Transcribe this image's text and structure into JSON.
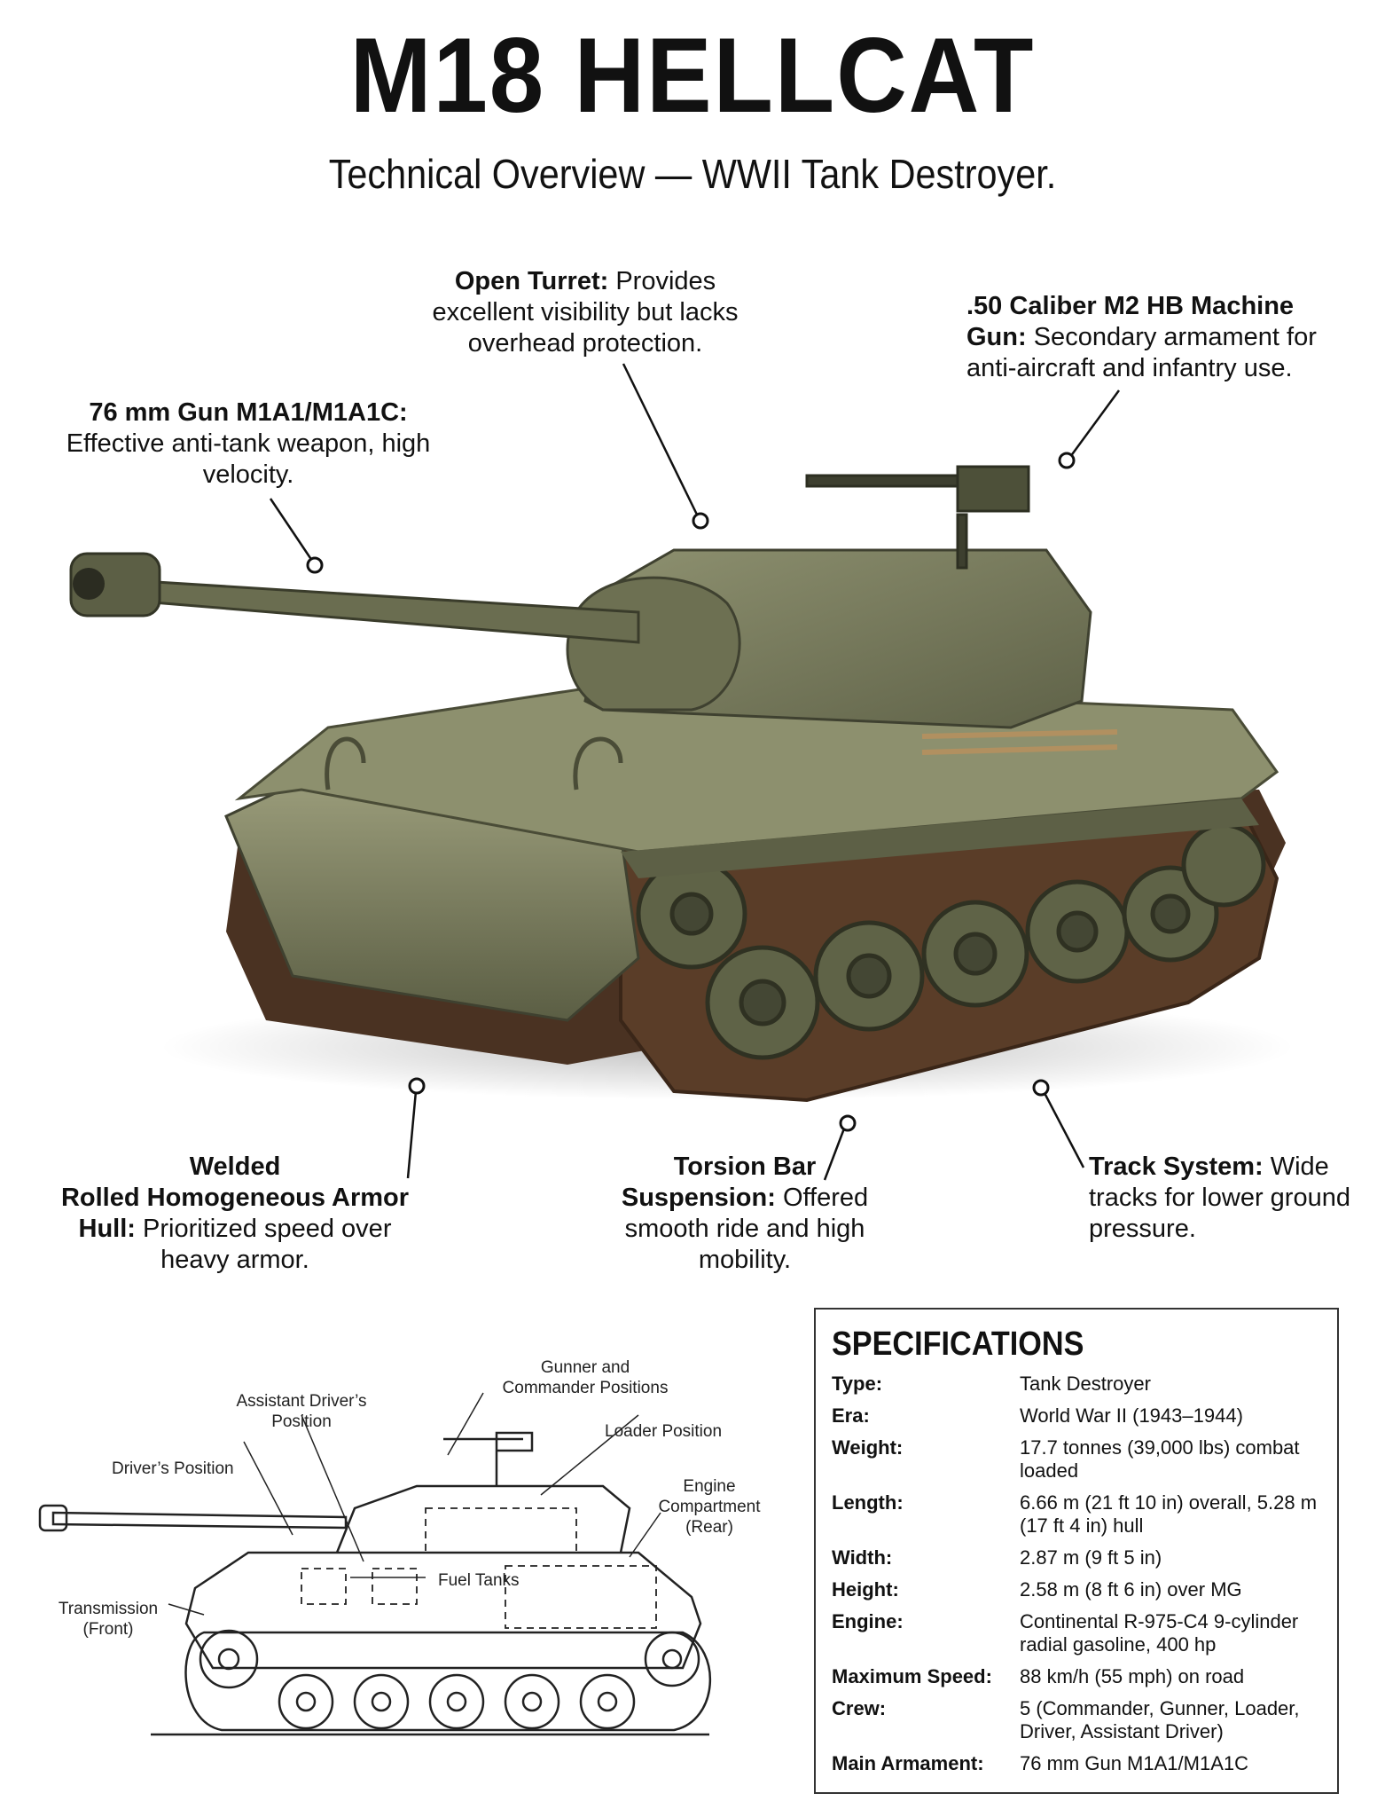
{
  "title": "M18 HELLCAT",
  "subtitle": "Technical Overview — WWII Tank Destroyer.",
  "callouts": {
    "gun": {
      "bold": "76 mm Gun M1A1/M1A1C:",
      "text": "Effective anti-tank weapon, high velocity."
    },
    "turret": {
      "bold": "Open Turret:",
      "text": "Provides excellent visibility but lacks overhead protection."
    },
    "mg": {
      "bold": ".50 Caliber M2 HB Machine Gun:",
      "text": "Secondary armament for anti-aircraft and infantry use."
    },
    "hull": {
      "bold_line1": "Welded",
      "bold_line2": "Rolled Homogeneous Armor",
      "bold_line3": "Hull:",
      "text": "Prioritized speed over heavy armor."
    },
    "suspension": {
      "bold": "Torsion Bar Suspension:",
      "text": "Offered smooth ride and high mobility."
    },
    "tracks": {
      "bold": "Track System:",
      "text": "Wide tracks for lower ground pressure."
    }
  },
  "diagram_labels": {
    "gunner": "Gunner and",
    "gunner2": "Commander Positions",
    "asst_driver": "Assistant Driver’s",
    "asst_driver2": "Position",
    "loader": "Loader Position",
    "driver": "Driver’s Position",
    "engine": "Engine",
    "engine2": "Compartment",
    "engine3": "(Rear)",
    "fuel": "Fuel Tanks",
    "transmission": "Transmission",
    "transmission2": "(Front)"
  },
  "specs": {
    "title": "SPECIFICATIONS",
    "rows": [
      {
        "label": "Type:",
        "value": "Tank Destroyer"
      },
      {
        "label": "Era:",
        "value": "World War II (1943–1944)"
      },
      {
        "label": "Weight:",
        "value": "17.7 tonnes (39,000 lbs) combat loaded"
      },
      {
        "label": "Length:",
        "value": "6.66 m (21 ft 10 in) overall, 5.28 m (17 ft 4 in) hull"
      },
      {
        "label": "Width:",
        "value": "2.87 m (9 ft 5 in)"
      },
      {
        "label": "Height:",
        "value": "2.58 m (8 ft 6 in) over MG"
      },
      {
        "label": "Engine:",
        "value": "Continental R-975-C4 9-cylinder radial gasoline, 400 hp"
      },
      {
        "label": "Maximum Speed:",
        "value": "88 km/h (55 mph) on road"
      },
      {
        "label": "Crew:",
        "value": "5 (Commander, Gunner, Loader, Driver, Assistant Driver)"
      },
      {
        "label": "Main Armament:",
        "value": "76 mm Gun M1A1/M1A1C"
      }
    ]
  },
  "colors": {
    "olive": "#6f7355",
    "olive_light": "#8c8f6c",
    "olive_dark": "#4c4f38",
    "track": "#5a3d28"
  }
}
